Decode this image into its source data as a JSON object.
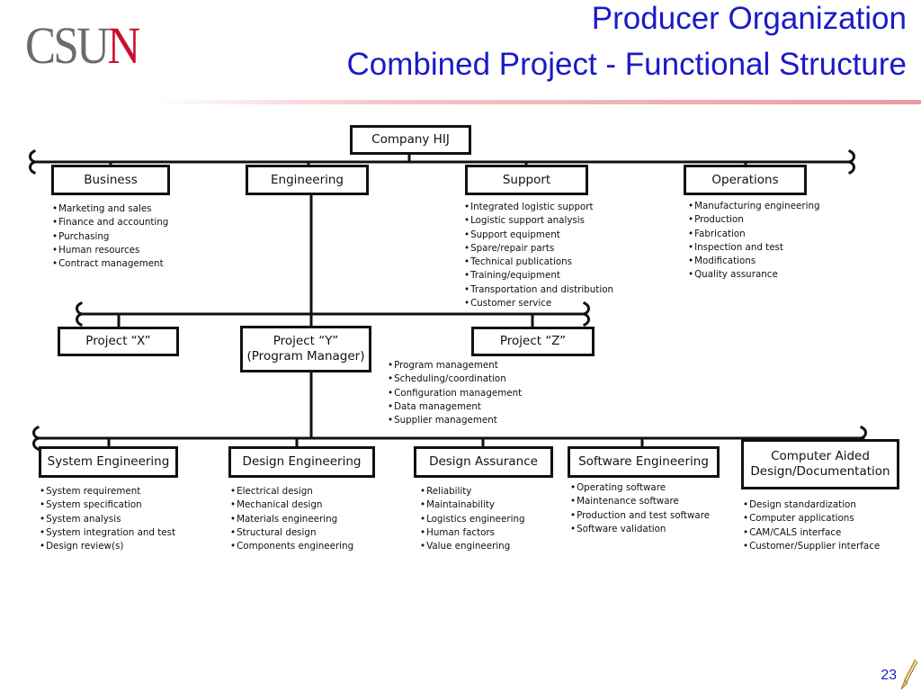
{
  "logo": {
    "part1": "CSU",
    "part2": "N"
  },
  "title": {
    "line1": "Producer Organization",
    "line2": "Combined Project - Functional Structure"
  },
  "company": "Company HIJ",
  "functions": {
    "business": {
      "label": "Business",
      "items": [
        "Marketing and sales",
        "Finance and accounting",
        "Purchasing",
        "Human resources",
        "Contract management"
      ]
    },
    "engineering": {
      "label": "Engineering"
    },
    "support": {
      "label": "Support",
      "items": [
        "Integrated logistic support",
        "Logistic support analysis",
        "Support equipment",
        "Spare/repair parts",
        "Technical publications",
        "Training/equipment",
        "Transportation and distribution",
        "Customer service"
      ]
    },
    "operations": {
      "label": "Operations",
      "items": [
        "Manufacturing engineering",
        "Production",
        "Fabrication",
        "Inspection and test",
        "Modifications",
        "Quality assurance"
      ]
    }
  },
  "projects": {
    "x": {
      "label": "Project “X”"
    },
    "y": {
      "line1": "Project “Y”",
      "line2": "(Program Manager)",
      "items": [
        "Program management",
        "Scheduling/coordination",
        "Configuration management",
        "Data management",
        "Supplier management"
      ]
    },
    "z": {
      "label": "Project “Z”"
    }
  },
  "disciplines": {
    "system": {
      "label": "System Engineering",
      "items": [
        "System requirement",
        "System specification",
        "System analysis",
        "System integration and test",
        "Design review(s)"
      ]
    },
    "design": {
      "label": "Design Engineering",
      "items": [
        "Electrical design",
        "Mechanical design",
        "Materials engineering",
        "Structural design",
        "Components engineering"
      ]
    },
    "assurance": {
      "label": "Design Assurance",
      "items": [
        "Reliability",
        "Maintainability",
        "Logistics engineering",
        "Human factors",
        "Value engineering"
      ]
    },
    "software": {
      "label": "Software Engineering",
      "items": [
        "Operating software",
        "Maintenance software",
        "Production and test software",
        "Software validation"
      ]
    },
    "cad": {
      "line1": "Computer Aided",
      "line2": "Design/Documentation",
      "items": [
        "Design standardization",
        "Computer applications",
        "CAM/CALS interface",
        "Customer/Supplier interface"
      ]
    }
  },
  "page_number": "23",
  "colors": {
    "title": "#1a1ac8",
    "logo_gray": "#6b6b6b",
    "logo_red": "#c8102e",
    "lines": "#111111"
  }
}
